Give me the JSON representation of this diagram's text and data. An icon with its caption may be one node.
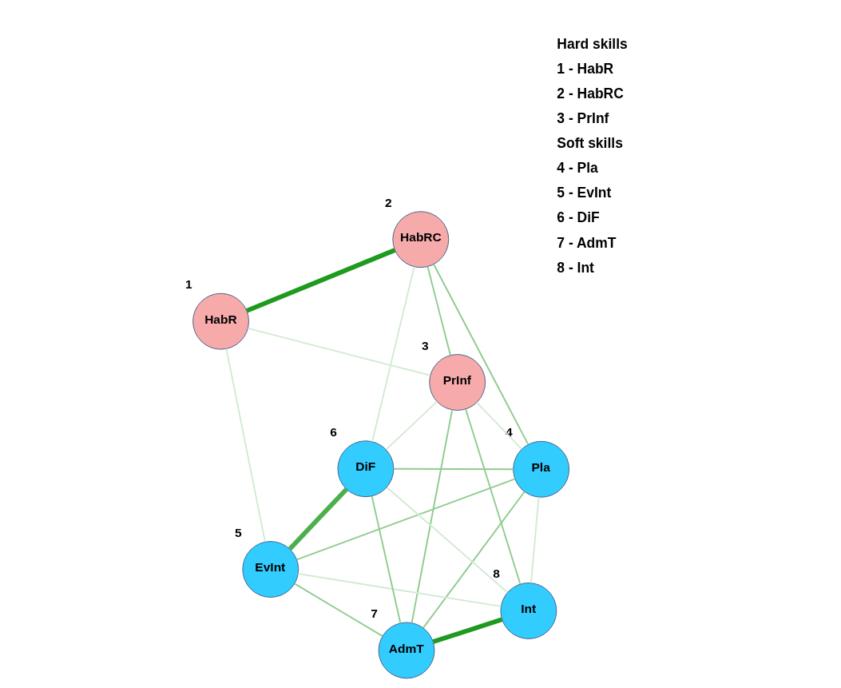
{
  "diagram": {
    "nodes": [
      {
        "text": [
          "HabR"
        ],
        "beside": [
          "1"
        ]
      },
      {
        "text": [
          "HabRC"
        ],
        "beside": [
          "2"
        ]
      },
      {
        "text": [
          "PrInf"
        ],
        "beside": [
          "3"
        ]
      },
      {
        "text": [
          "Pla"
        ],
        "beside": [
          "4"
        ]
      },
      {
        "text": [
          "EvInt"
        ],
        "beside": [
          "5"
        ]
      },
      {
        "text": [
          "DiF"
        ],
        "beside": [
          "6"
        ]
      },
      {
        "text": [
          "AdmT"
        ],
        "beside": [
          "7"
        ]
      },
      {
        "text": [
          "Int"
        ],
        "beside": [
          "8"
        ]
      }
    ],
    "edges": [
      {
        "from": 0,
        "to": 1,
        "arrow": "none",
        "style": "thick",
        "color": "#1e9a1e"
      },
      {
        "from": 0,
        "to": 2,
        "arrow": "none",
        "color": "#d4ead4"
      },
      {
        "from": 0,
        "to": 4,
        "arrow": "none",
        "color": "#d4ead4"
      },
      {
        "from": 1,
        "to": 2,
        "arrow": "none"
      },
      {
        "from": 1,
        "to": 3,
        "arrow": "none"
      },
      {
        "from": 1,
        "to": 5,
        "arrow": "none",
        "color": "#d4ead4"
      },
      {
        "from": 2,
        "to": 3,
        "arrow": "none",
        "color": "#d4ead4"
      },
      {
        "from": 2,
        "to": 6,
        "arrow": "none"
      },
      {
        "from": 2,
        "to": 7,
        "arrow": "none"
      },
      {
        "from": 2,
        "to": 5,
        "arrow": "none",
        "color": "#d4ead4"
      },
      {
        "from": 3,
        "to": 4,
        "arrow": "none"
      },
      {
        "from": 3,
        "to": 5,
        "arrow": "none"
      },
      {
        "from": 3,
        "to": 6,
        "arrow": "none"
      },
      {
        "from": 3,
        "to": 7,
        "arrow": "none",
        "color": "#d4ead4"
      },
      {
        "from": 4,
        "to": 5,
        "arrow": "none",
        "style": "thick",
        "color": "#4caf4c"
      },
      {
        "from": 4,
        "to": 6,
        "arrow": "none"
      },
      {
        "from": 4,
        "to": 7,
        "arrow": "none",
        "color": "#d4ead4"
      },
      {
        "from": 6,
        "to": 7,
        "arrow": "none",
        "style": "thick",
        "color": "#1e9a1e"
      },
      {
        "from": 6,
        "to": 5,
        "arrow": "none"
      },
      {
        "from": 5,
        "to": 7,
        "arrow": "none",
        "color": "#d4ead4"
      }
    ],
    "labels": [
      "Hard skills",
      "1 - HabR",
      "2 - HabRC",
      "3 - PrInf",
      "Soft skills",
      "4 - Pla",
      "5 - EvInt",
      "6 - DiF",
      "7 - AdmT",
      "8 - Int"
    ]
  }
}
